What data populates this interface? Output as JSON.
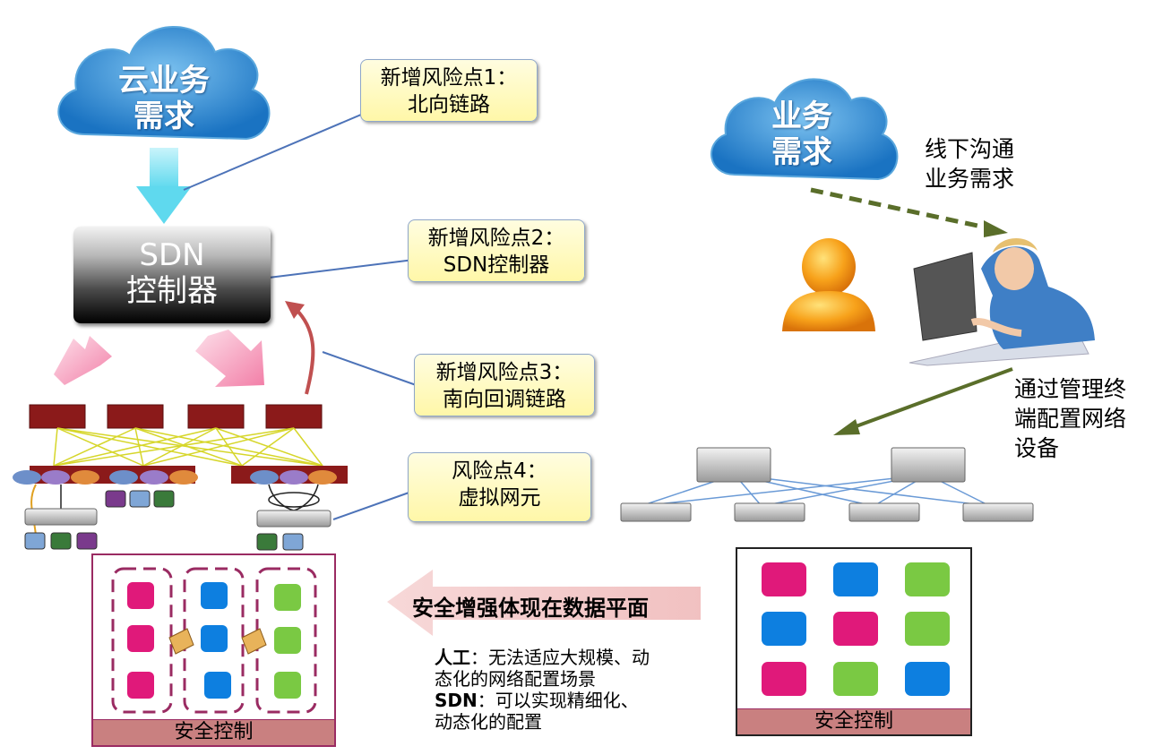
{
  "left_cloud": {
    "line1": "云业务",
    "line2": "需求"
  },
  "right_cloud": {
    "line1": "业务",
    "line2": "需求"
  },
  "controller": {
    "line1": "SDN",
    "line2": "控制器"
  },
  "callouts": [
    {
      "line1": "新增风险点1：",
      "line2": "北向链路"
    },
    {
      "line1": "新增风险点2：",
      "line2": "SDN控制器"
    },
    {
      "line1": "新增风险点3：",
      "line2": "南向回调链路"
    },
    {
      "line1": "风险点4：",
      "line2": "虚拟网元"
    }
  ],
  "right_texts": {
    "offline": [
      "线下沟通",
      "业务需求"
    ],
    "config": [
      "通过管理终",
      "端配置网络",
      "设备"
    ]
  },
  "security_arrow_label": "安全增强体现在数据平面",
  "panels": {
    "left_label": "安全控制",
    "right_label": "安全控制"
  },
  "description": {
    "manual_key": "人工",
    "manual_text": "：无法适应大规模、动态化的网络配置场景",
    "manual_line1": "：无法适应大规模、动",
    "manual_line2": "态化的网络配置场景",
    "sdn_key": "SDN",
    "sdn_line1": "：可以实现精细化、",
    "sdn_line2": "动态化的配置"
  },
  "colors": {
    "pink": "#e0197a",
    "blue": "#0d7fe0",
    "green": "#7ac943",
    "panel_border": "#9a2b62",
    "panel_bar": "#c98080"
  }
}
